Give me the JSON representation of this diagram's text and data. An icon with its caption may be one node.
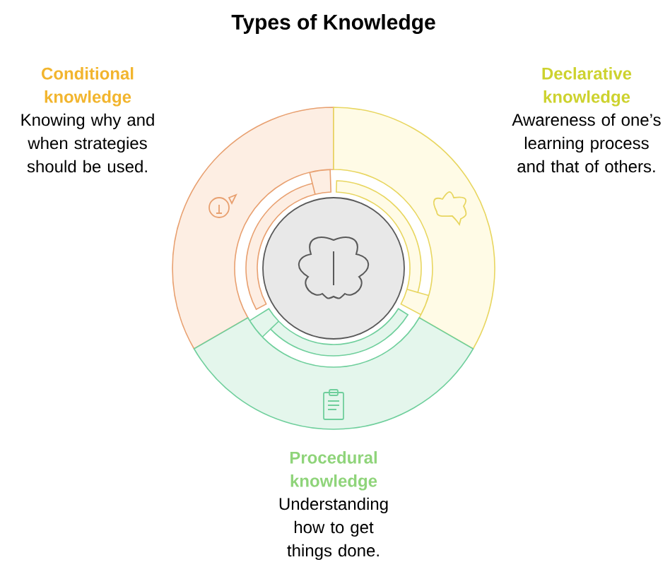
{
  "diagram": {
    "title": "Types of Knowledge",
    "nodes": [
      {
        "text": [
          "Conditional knowledge",
          "Knowing why and when strategies should be used."
        ]
      },
      {
        "text": [
          "Declarative knowledge",
          "Awareness of one’s learning process and that of others."
        ]
      },
      {
        "text": [
          "Procedural knowledge",
          "Understanding how to get things done."
        ]
      },
      {
        "text": [],
        "shape": "circle"
      }
    ]
  }
}
